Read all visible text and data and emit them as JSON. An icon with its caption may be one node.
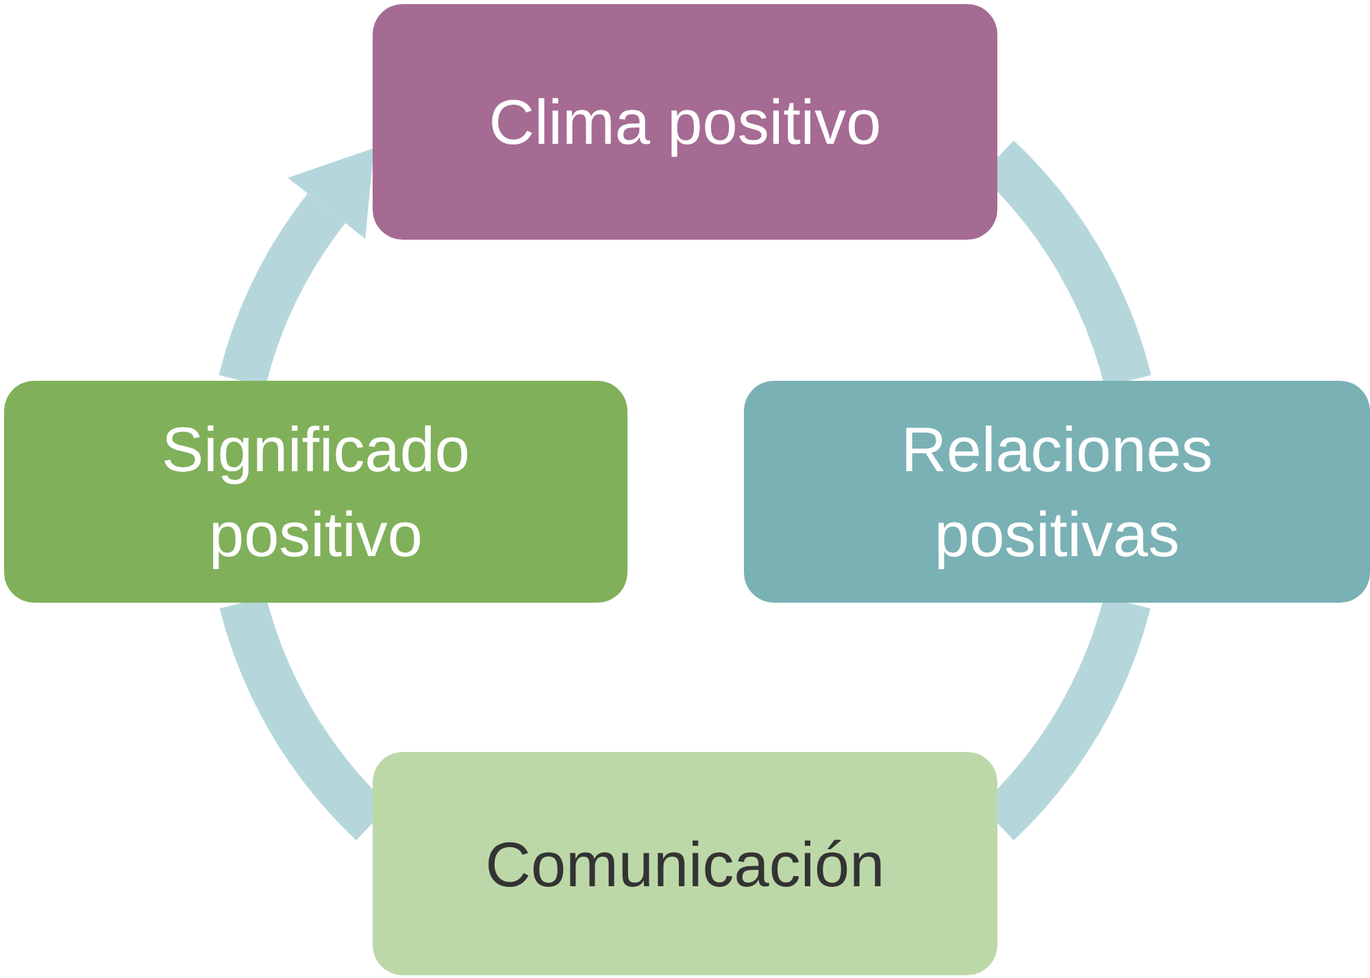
{
  "diagram": {
    "nodes": [
      {
        "text": [
          "Clima positivo"
        ]
      },
      {
        "text": [
          "Relaciones positivas"
        ]
      },
      {
        "text": [
          "Comunicación"
        ]
      },
      {
        "text": [
          "Significado positivo"
        ]
      }
    ],
    "edges": [
      {
        "from": 0,
        "to": 1,
        "arrow": "none"
      },
      {
        "from": 1,
        "to": 2,
        "arrow": "none"
      },
      {
        "from": 2,
        "to": 3,
        "arrow": "none"
      },
      {
        "from": 3,
        "to": 0,
        "arrow": "to"
      }
    ]
  }
}
